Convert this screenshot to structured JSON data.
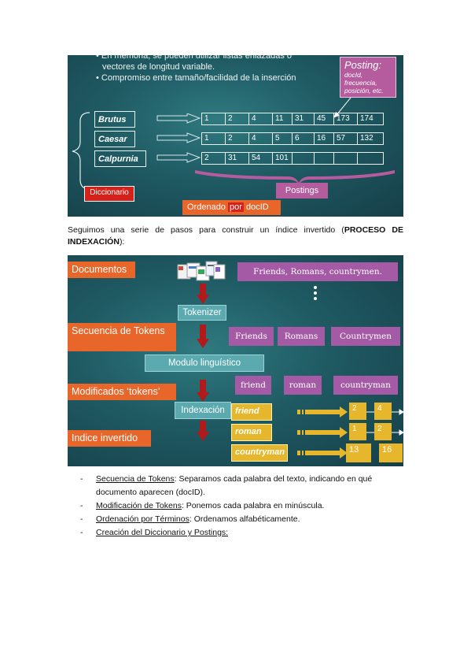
{
  "slide1": {
    "bullet_cut": "• En memoria, se pueden utilizar listas enlazadas o",
    "bullet_cut2": "vectores de longitud variable.",
    "bullet2": "• Compromiso entre tamaño/facilidad de la inserción",
    "posting_title": "Posting:",
    "posting_lines": [
      "docId,",
      "frecuencia,",
      "posición, etc."
    ],
    "terms": [
      "Brutus",
      "Caesar",
      "Calpurnia"
    ],
    "postings": [
      [
        "1",
        "2",
        "4",
        "11",
        "31",
        "45",
        "173",
        "174"
      ],
      [
        "1",
        "2",
        "4",
        "5",
        "6",
        "16",
        "57",
        "132"
      ],
      [
        "2",
        "31",
        "54",
        "101",
        "",
        "",
        "",
        ""
      ]
    ],
    "diccionario": "Diccionario",
    "postings_label": "Postings",
    "ordenado": "Ordenado",
    "por": "por",
    "docid": "docID"
  },
  "paragraph": {
    "text": "Seguimos una serie de pasos para construir un índice invertido (",
    "bold": "PROCESO DE INDEXACIÓN",
    "end": "):"
  },
  "slide2": {
    "labels": {
      "documentos": "Documentos",
      "secuencia": "Secuencia de Tokens",
      "modificados": "Modificados ‘tokens’",
      "indice": "Indice invertido"
    },
    "doc_text": "Friends, Romans, countrymen.",
    "steps": {
      "tokenizer": "Tokenizer",
      "modulo": "Modulo linguístico",
      "indexacion": "Indexación"
    },
    "tokens": [
      "Friends",
      "Romans",
      "Countrymen"
    ],
    "modified": [
      "friend",
      "roman",
      "countryman"
    ],
    "index_terms": [
      "friend",
      "roman",
      "countryman"
    ],
    "index_postings": [
      [
        "2",
        "4"
      ],
      [
        "1",
        "2"
      ],
      [
        "13",
        "16"
      ]
    ]
  },
  "list": [
    {
      "u": "Secuencia de Tokens",
      "t": ": Separamos cada palabra del texto, indicando en qué",
      "t2": "documento aparecen (docID)."
    },
    {
      "u": "Modificación de Tokens",
      "t": ": Ponemos cada palabra en minúscula."
    },
    {
      "u": "Ordenación por Términos",
      "t": ": Ordenamos alfabéticamente."
    },
    {
      "u": "Creación del Diccionario y Postings:",
      "t": ""
    }
  ],
  "colors": {
    "slide_bg": "#1f5a63",
    "orange": "#e8662a",
    "purple": "#a45aa4",
    "yellow": "#e6b62c",
    "red": "#d5211a"
  }
}
